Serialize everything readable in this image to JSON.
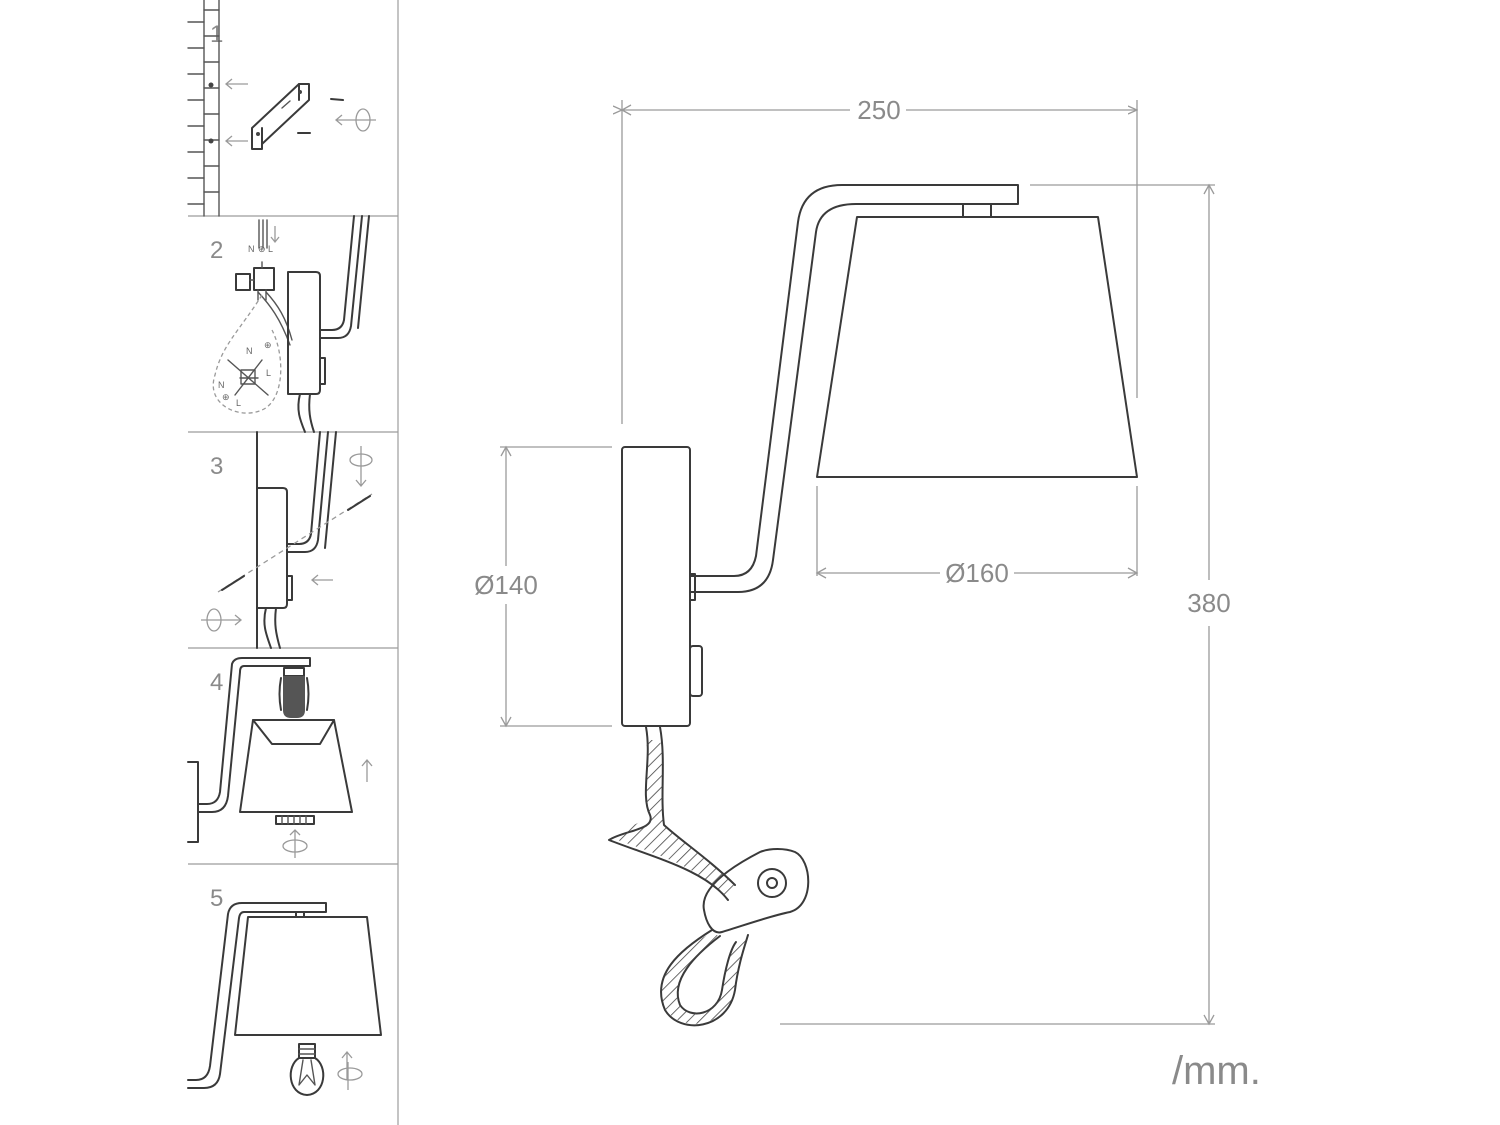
{
  "steps": [
    {
      "number": "1"
    },
    {
      "number": "2",
      "wire_labels": [
        "N",
        "⊕",
        "L"
      ],
      "detail_labels": [
        "N",
        "⊕",
        "L",
        "N",
        "⊕",
        "L"
      ]
    },
    {
      "number": "3"
    },
    {
      "number": "4"
    },
    {
      "number": "5"
    }
  ],
  "dimensions": {
    "width": "250",
    "height": "380",
    "base_diameter": "Ø140",
    "shade_diameter": "Ø160"
  },
  "unit": "/mm.",
  "colors": {
    "line": "#3a3a3a",
    "dimension": "#9a9a9a",
    "text": "#8a8a8a",
    "socket": "#555555"
  }
}
